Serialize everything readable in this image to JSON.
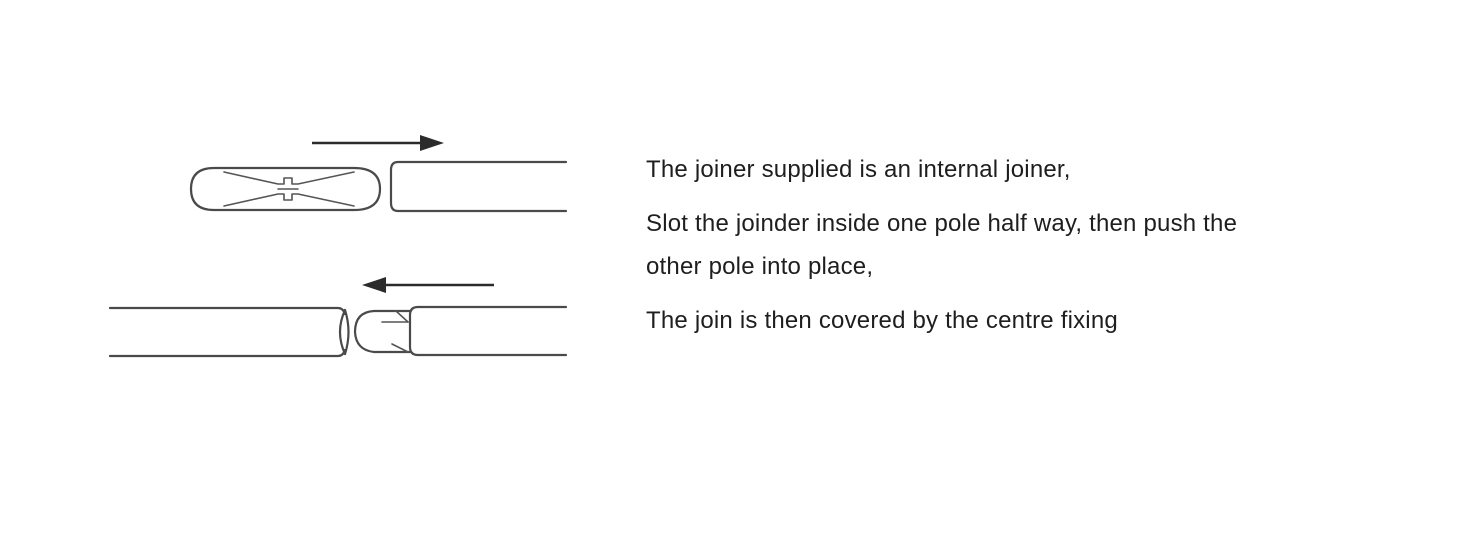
{
  "instructions": {
    "step1": "The joiner supplied is an internal joiner,",
    "step2": "Slot the joinder inside one pole half way,  then push the other pole into place,",
    "step3": "The join is then covered by the centre fixing"
  },
  "diagram": {
    "top_arrow_direction": "right",
    "bottom_arrow_direction": "left"
  }
}
